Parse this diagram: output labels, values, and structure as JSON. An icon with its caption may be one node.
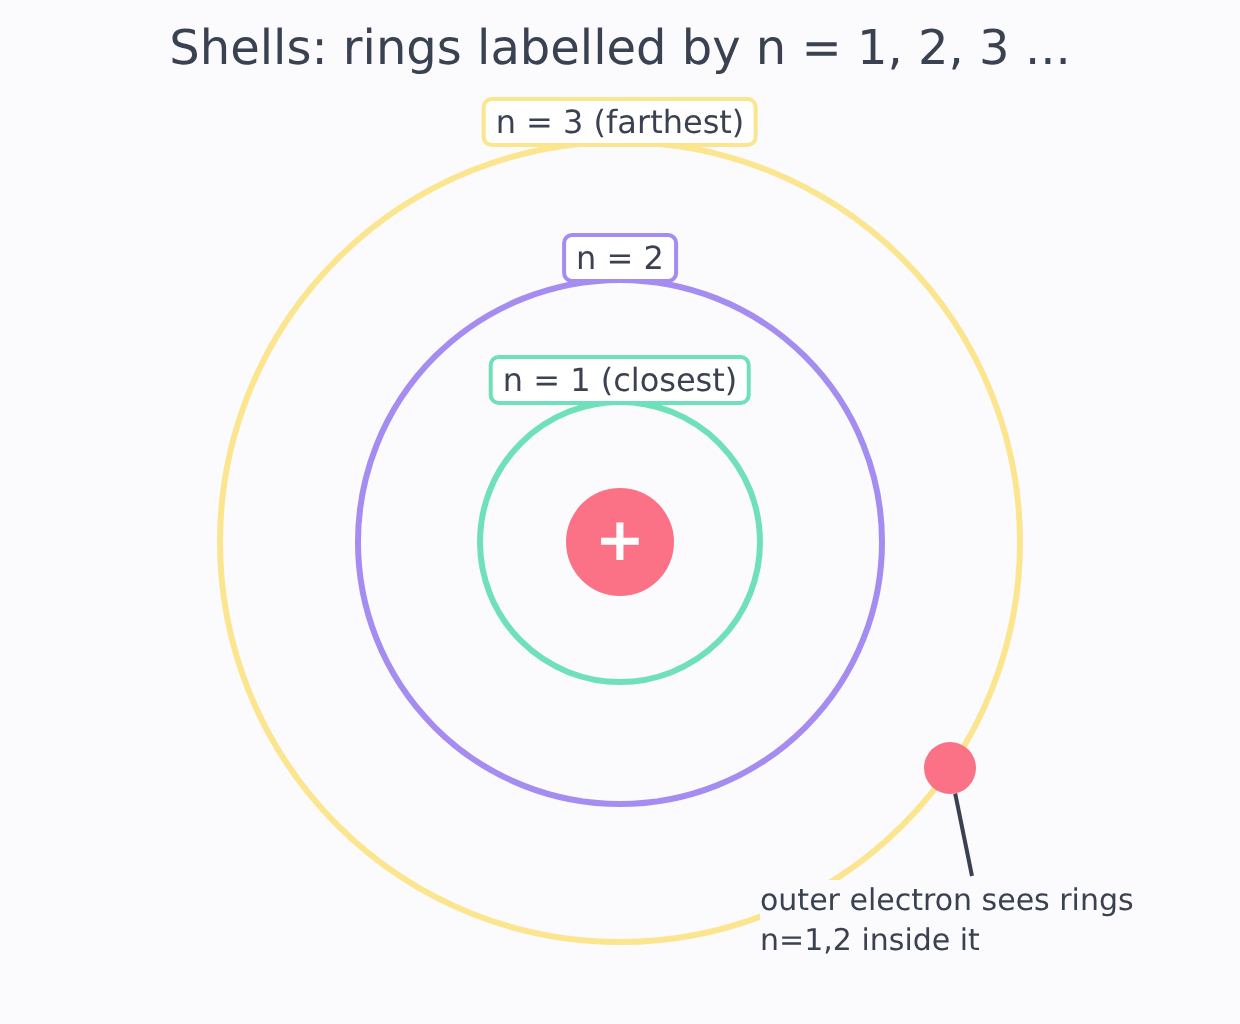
{
  "diagram": {
    "title": "Shells: rings labelled by n = 1, 2, 3 ...",
    "nodes": [
      {
        "text": [
          "n = 3 (farthest)"
        ]
      },
      {
        "text": [
          "n = 2"
        ],
        "in": 0
      },
      {
        "text": [
          "n = 1 (closest)"
        ],
        "in": 1
      },
      {
        "text": [
          "+"
        ],
        "in": 2
      },
      {
        "text": [],
        "shape": "circle"
      },
      {
        "text": [
          "outer electron sees rings n=1,2 inside it"
        ]
      }
    ],
    "edges": [
      {
        "from": 5,
        "to": 4,
        "arrow": "none"
      }
    ]
  }
}
